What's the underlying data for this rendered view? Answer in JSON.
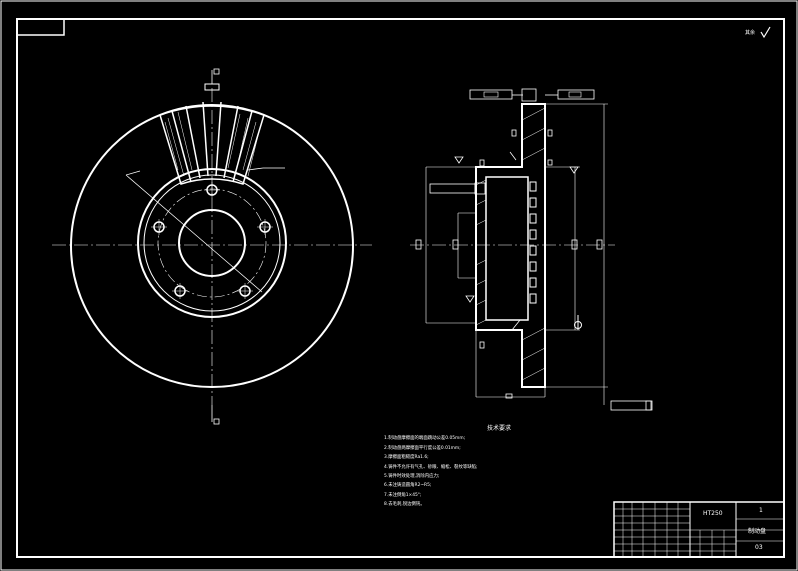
{
  "title_block": {
    "material": "HT250",
    "part_name": "制动盘",
    "quantity": "1",
    "drawing_no": "03"
  },
  "roughness_note": "其余",
  "technical_requirements": {
    "title": "技术要求",
    "items": [
      "1.制动盘摩擦面的端面跳动公差0.05mm;",
      "2.制动盘两摩擦面平行度公差0.01mm;",
      "3.摩擦面粗糙度Ra1.6;",
      "4.铸件不允许有气孔、砂眼、缩松、裂纹等缺陷;",
      "5.铸件时效处理,消除内应力;",
      "6.未注铸造圆角R2~R5;",
      "7.未注倒角1×45°;",
      "8.去毛刺,锐边倒钝。"
    ]
  }
}
